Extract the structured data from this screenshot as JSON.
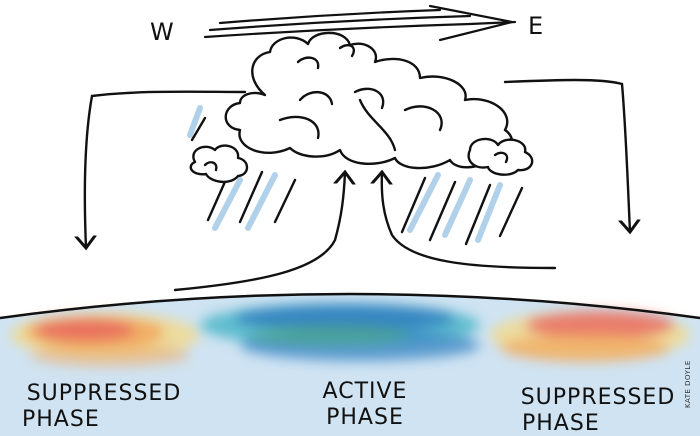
{
  "labels": {
    "west": "W",
    "east": "E",
    "phases": [
      {
        "key": "suppressed-left",
        "line1": "SUPPRESSED",
        "line2": "PHASE"
      },
      {
        "key": "active",
        "line1": "ACTIVE",
        "line2": "PHASE"
      },
      {
        "key": "suppressed-right",
        "line1": "SUPPRESSED",
        "line2": "PHASE"
      }
    ],
    "artist_credit": "KATE DOYLE"
  },
  "colors": {
    "ocean": "#cfe3f2",
    "active_blue": "#2f7fc0",
    "active_cyan": "#44b3c6",
    "suppressed_red": "#e8675f",
    "suppressed_orange": "#f2a55a",
    "suppressed_yellow": "#f4d98a",
    "rain_blue": "#a9cde9",
    "ink": "#111111"
  }
}
